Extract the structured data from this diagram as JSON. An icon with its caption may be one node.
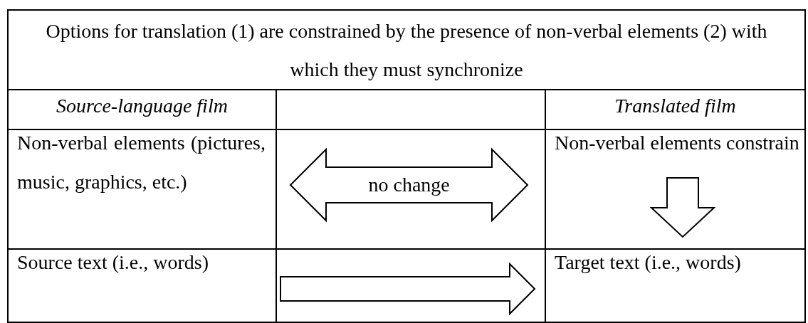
{
  "diagram": {
    "nodes": [
      {
        "text": [
          "Options for translation (1) are constrained by the presence of non-verbal elements (2) with which they must synchronize"
        ]
      },
      {
        "text": [
          "Source-language film"
        ]
      },
      {
        "text": [
          "Translated film"
        ]
      },
      {
        "text": [
          "Non-verbal elements (pictures, music, graphics, etc.)"
        ]
      },
      {
        "text": [
          "Non-verbal elements constrain"
        ]
      },
      {
        "text": [
          "Source text (i.e., words)"
        ]
      },
      {
        "text": [
          "Target text (i.e., words)"
        ]
      }
    ],
    "edges": [
      {
        "from": 3,
        "to": 4,
        "arrow": "both",
        "label": "no change"
      },
      {
        "from": 5,
        "to": 6,
        "arrow": "to"
      },
      {
        "from": 4,
        "to": 6,
        "arrow": "to"
      }
    ]
  }
}
